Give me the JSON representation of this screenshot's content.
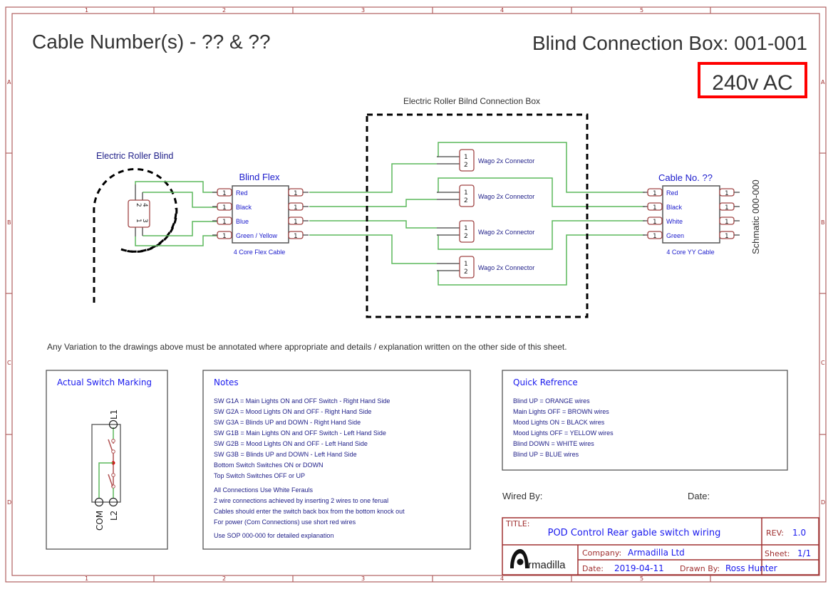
{
  "frame": {
    "columns": [
      "1",
      "2",
      "3",
      "4",
      "5"
    ],
    "rows": [
      "A",
      "B",
      "C",
      "D"
    ]
  },
  "header": {
    "cable_numbers": "Cable Number(s) - ?? & ??",
    "box_title": "Blind Connection Box: 001-001",
    "voltage": "240v AC",
    "voltage_color": "#ff0000"
  },
  "blind": {
    "label": "Electric Roller Blind",
    "motor_pins": [
      "2",
      "4",
      "1",
      "3"
    ]
  },
  "blind_flex": {
    "title": "Blind Flex",
    "pins": [
      "Red",
      "Black",
      "Blue",
      "Green / Yellow"
    ],
    "pin_number": "1",
    "subtitle": "4 Core Flex Cable"
  },
  "connection_box": {
    "label": "Electric Roller Bilnd Connection Box",
    "wagos": [
      {
        "label": "Wago 2x Connector",
        "pins": [
          "1",
          "2"
        ]
      },
      {
        "label": "Wago 2x Connector",
        "pins": [
          "1",
          "2"
        ]
      },
      {
        "label": "Wago 2x Connector",
        "pins": [
          "1",
          "2"
        ]
      },
      {
        "label": "Wago 2x Connector",
        "pins": [
          "1",
          "2"
        ]
      }
    ]
  },
  "cable": {
    "title": "Cable No. ??",
    "pins": [
      "Red",
      "Black",
      "White",
      "Green"
    ],
    "pin_number": "1",
    "subtitle": "4 Core YY Cable"
  },
  "schematic_ref": "Schmatic 000-000",
  "variation_note": "Any Variation to the drawings above must be annotated where appropriate and details / explanation written on the other side of this sheet.",
  "switch_marking": {
    "title": "Actual Switch Marking",
    "terminals": [
      "L1",
      "COM",
      "L2"
    ]
  },
  "notes": {
    "title": "Notes",
    "group1": [
      "SW G1A = Main Lights ON and OFF Switch - Right Hand Side",
      "SW G2A = Mood Lights ON and OFF - Right Hand Side",
      "SW G3A = Blinds UP and DOWN - Right Hand Side",
      "SW G1B = Main Lights ON and OFF Switch - Left Hand Side",
      "SW G2B = Mood Lights ON and OFF - Left Hand Side",
      "SW G3B = Blinds UP and DOWN - Left Hand Side",
      "Bottom Switch Switches ON or DOWN",
      "Top Switch Switches OFF or UP"
    ],
    "group2": [
      "All Connections Use White Ferauls",
      "2 wire connections achieved by inserting 2 wires to one ferual",
      "Cables should enter the switch back box from the bottom knock out",
      "For power (Com Connections) use short red wires"
    ],
    "group3": [
      "Use SOP 000-000 for detailed explanation"
    ]
  },
  "quick_reference": {
    "title": "Quick Refrence",
    "items": [
      "Blind UP = ORANGE wires",
      "Main Lights OFF = BROWN wires",
      "Mood Lights ON = BLACK wires",
      "Mood Lights OFF = YELLOW wires",
      "Blind DOWN = WHITE wires",
      "Blind UP = BLUE wires"
    ]
  },
  "sign_off": {
    "wired_by_label": "Wired By:",
    "date_label": "Date:"
  },
  "title_block": {
    "title_label": "TITLE:",
    "title": "POD Control Rear gable switch wiring",
    "rev_label": "REV:",
    "rev": "1.0",
    "company_label": "Company:",
    "company": "Armadilla Ltd",
    "sheet_label": "Sheet:",
    "sheet": "1/1",
    "date_label": "Date:",
    "date": "2019-04-11",
    "drawn_by_label": "Drawn By:",
    "drawn_by": "Ross Hunter",
    "logo_text": "rmadilla"
  }
}
